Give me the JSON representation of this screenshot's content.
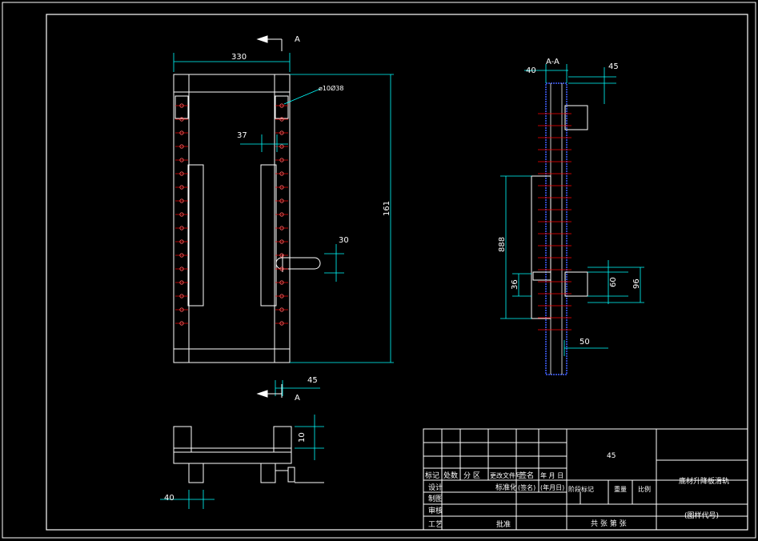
{
  "colors": {
    "background": "#000000",
    "frame": "#ffffff",
    "geometry": "#ffffff",
    "dimension": "#00ffff",
    "hole": "#ff3030",
    "center": "#ff0000",
    "hidden": "#4060ff"
  },
  "front_view": {
    "dim_width": "330",
    "dim_height": "161",
    "dim_slot": "37",
    "dim_bolt": "30",
    "dim_offset": "45",
    "hole_label": "⌀10Ø38",
    "section_top": "A",
    "section_bottom": "A"
  },
  "section_view": {
    "title": "A-A",
    "dim_left": "40",
    "dim_top": "45",
    "dim_long": "888",
    "dim_small": "36",
    "dim_block": "60",
    "dim_block_outer": "96",
    "dim_bottom": "50"
  },
  "bottom_view": {
    "dim_left": "40",
    "dim_height": "10"
  },
  "title_block": {
    "material": "45",
    "part_name": "底材升降板滑轨",
    "code": "(图样代号)",
    "h_mark": "标记",
    "h_count": "处数",
    "h_zone": "分 区",
    "h_doc": "更改文件号",
    "h_sign": "签名",
    "h_date": "年 月 日",
    "r_design": "设计",
    "r_std": "标准化",
    "r_sign2": "(签名)",
    "r_date2": "(年月日)",
    "r_stage": "阶段标记",
    "r_weight": "重量",
    "r_scale": "比例",
    "r_draw": "制图",
    "r_check": "审核",
    "r_process": "工艺",
    "r_approve": "批准",
    "r_sheets": "共 张   第 张"
  }
}
